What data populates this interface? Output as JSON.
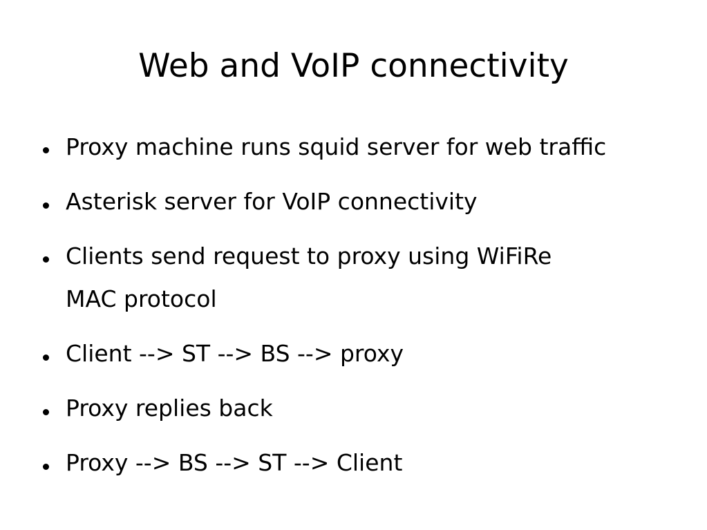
{
  "slide": {
    "title": "Web and VoIP connectivity",
    "bullets": [
      {
        "lines": [
          "Proxy machine runs squid server for web traffic"
        ]
      },
      {
        "lines": [
          "Asterisk server for VoIP connectivity"
        ]
      },
      {
        "lines": [
          "Clients send request to proxy using WiFiRe",
          "MAC protocol"
        ]
      },
      {
        "lines": [
          "Client --> ST --> BS --> proxy"
        ]
      },
      {
        "lines": [
          "Proxy replies back"
        ]
      },
      {
        "lines": [
          "Proxy --> BS --> ST --> Client"
        ]
      }
    ]
  }
}
